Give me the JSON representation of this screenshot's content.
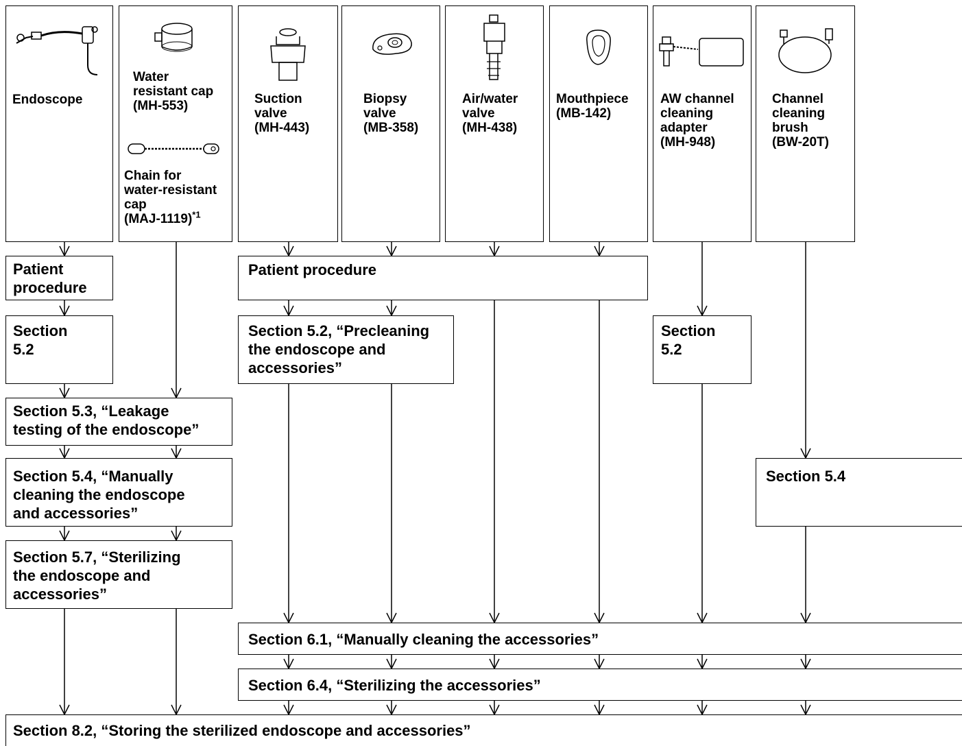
{
  "items": {
    "endoscope": "Endoscope",
    "water_cap": [
      "Water",
      "resistant cap",
      "(MH-553)"
    ],
    "chain": [
      "Chain for",
      "water-resistant",
      "cap",
      "(MAJ-1119)"
    ],
    "chain_footnote": "*1",
    "suction_valve": [
      "Suction",
      "valve",
      "(MH-443)"
    ],
    "biopsy_valve": [
      "Biopsy",
      "valve",
      "(MB-358)"
    ],
    "airwater_valve": [
      "Air/water",
      "valve",
      "(MH-438)"
    ],
    "mouthpiece": [
      "Mouthpiece",
      "(MB-142)"
    ],
    "aw_adapter": [
      "AW channel",
      "cleaning",
      "adapter",
      "(MH-948)"
    ],
    "brush": [
      "Channel",
      "cleaning",
      "brush",
      "(BW-20T)"
    ]
  },
  "steps": {
    "patient_left": [
      "Patient",
      "procedure"
    ],
    "patient_mid": "Patient procedure",
    "sec52_left": [
      "Section",
      "5.2"
    ],
    "sec52_mid": [
      "Section 5.2, “Precleaning",
      "the endoscope and",
      "accessories”"
    ],
    "sec52_right": [
      "Section",
      "5.2"
    ],
    "sec53": [
      "Section 5.3, “Leakage",
      "testing of the endoscope”"
    ],
    "sec54_left": [
      "Section 5.4, “Manually",
      "cleaning the endoscope",
      "and accessories”"
    ],
    "sec54_right": "Section 5.4",
    "sec57": [
      "Section 5.7, “Sterilizing",
      "the endoscope and",
      "accessories”"
    ],
    "sec61": "Section 6.1, “Manually cleaning the accessories”",
    "sec64": "Section 6.4, “Sterilizing the accessories”",
    "sec82": "Section 8.2, “Storing the sterilized endoscope and accessories”"
  }
}
